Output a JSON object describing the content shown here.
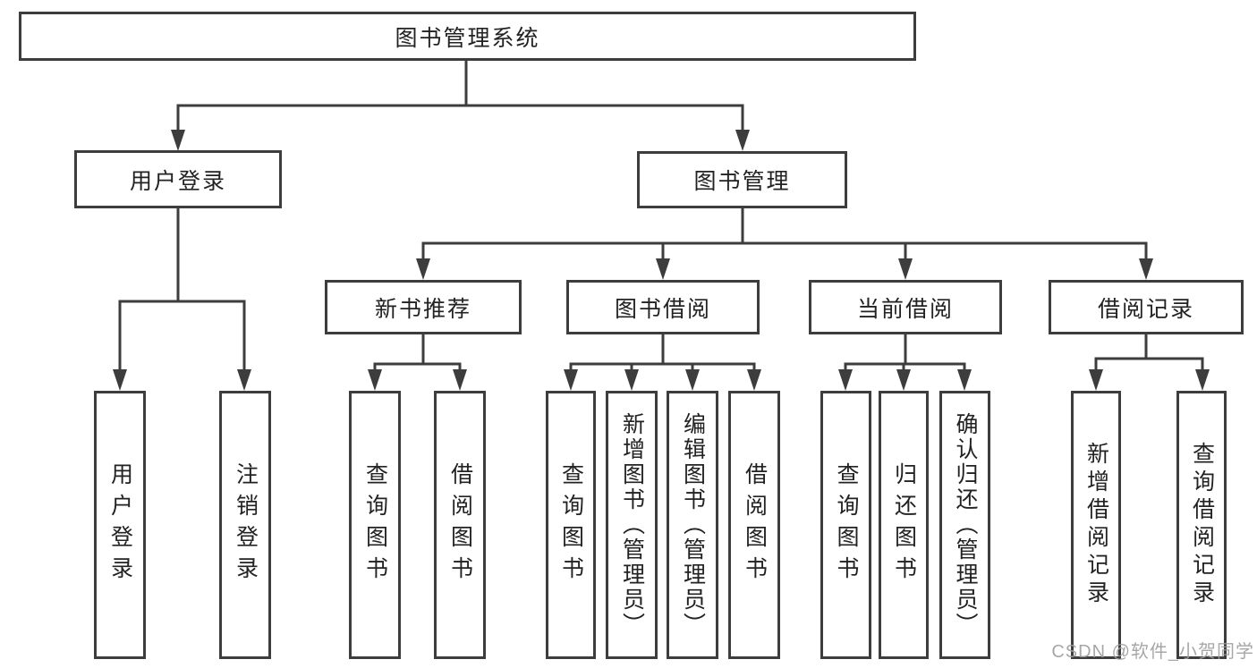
{
  "tree": {
    "label": "图书管理系统",
    "children": [
      {
        "label": "用户登录",
        "children": [
          {
            "label": "用户登录"
          },
          {
            "label": "注销登录"
          }
        ]
      },
      {
        "label": "图书管理",
        "children": [
          {
            "label": "新书推荐",
            "children": [
              {
                "label": "查询图书"
              },
              {
                "label": "借阅图书"
              }
            ]
          },
          {
            "label": "图书借阅",
            "children": [
              {
                "label": "查询图书"
              },
              {
                "label": "新增图书（管理员）"
              },
              {
                "label": "编辑图书（管理员）"
              },
              {
                "label": "借阅图书"
              }
            ]
          },
          {
            "label": "当前借阅",
            "children": [
              {
                "label": "查询图书"
              },
              {
                "label": "归还图书"
              },
              {
                "label": "确认归还（管理员）"
              }
            ]
          },
          {
            "label": "借阅记录",
            "children": [
              {
                "label": "新增借阅记录"
              },
              {
                "label": "查询借阅记录"
              }
            ]
          }
        ]
      }
    ]
  },
  "watermark": {
    "text": "CSDN @软件_小贺同学"
  },
  "colors": {
    "line": "#3d3d3d",
    "text": "#222222",
    "watermark": "#9e9e9e",
    "background": "#ffffff"
  }
}
